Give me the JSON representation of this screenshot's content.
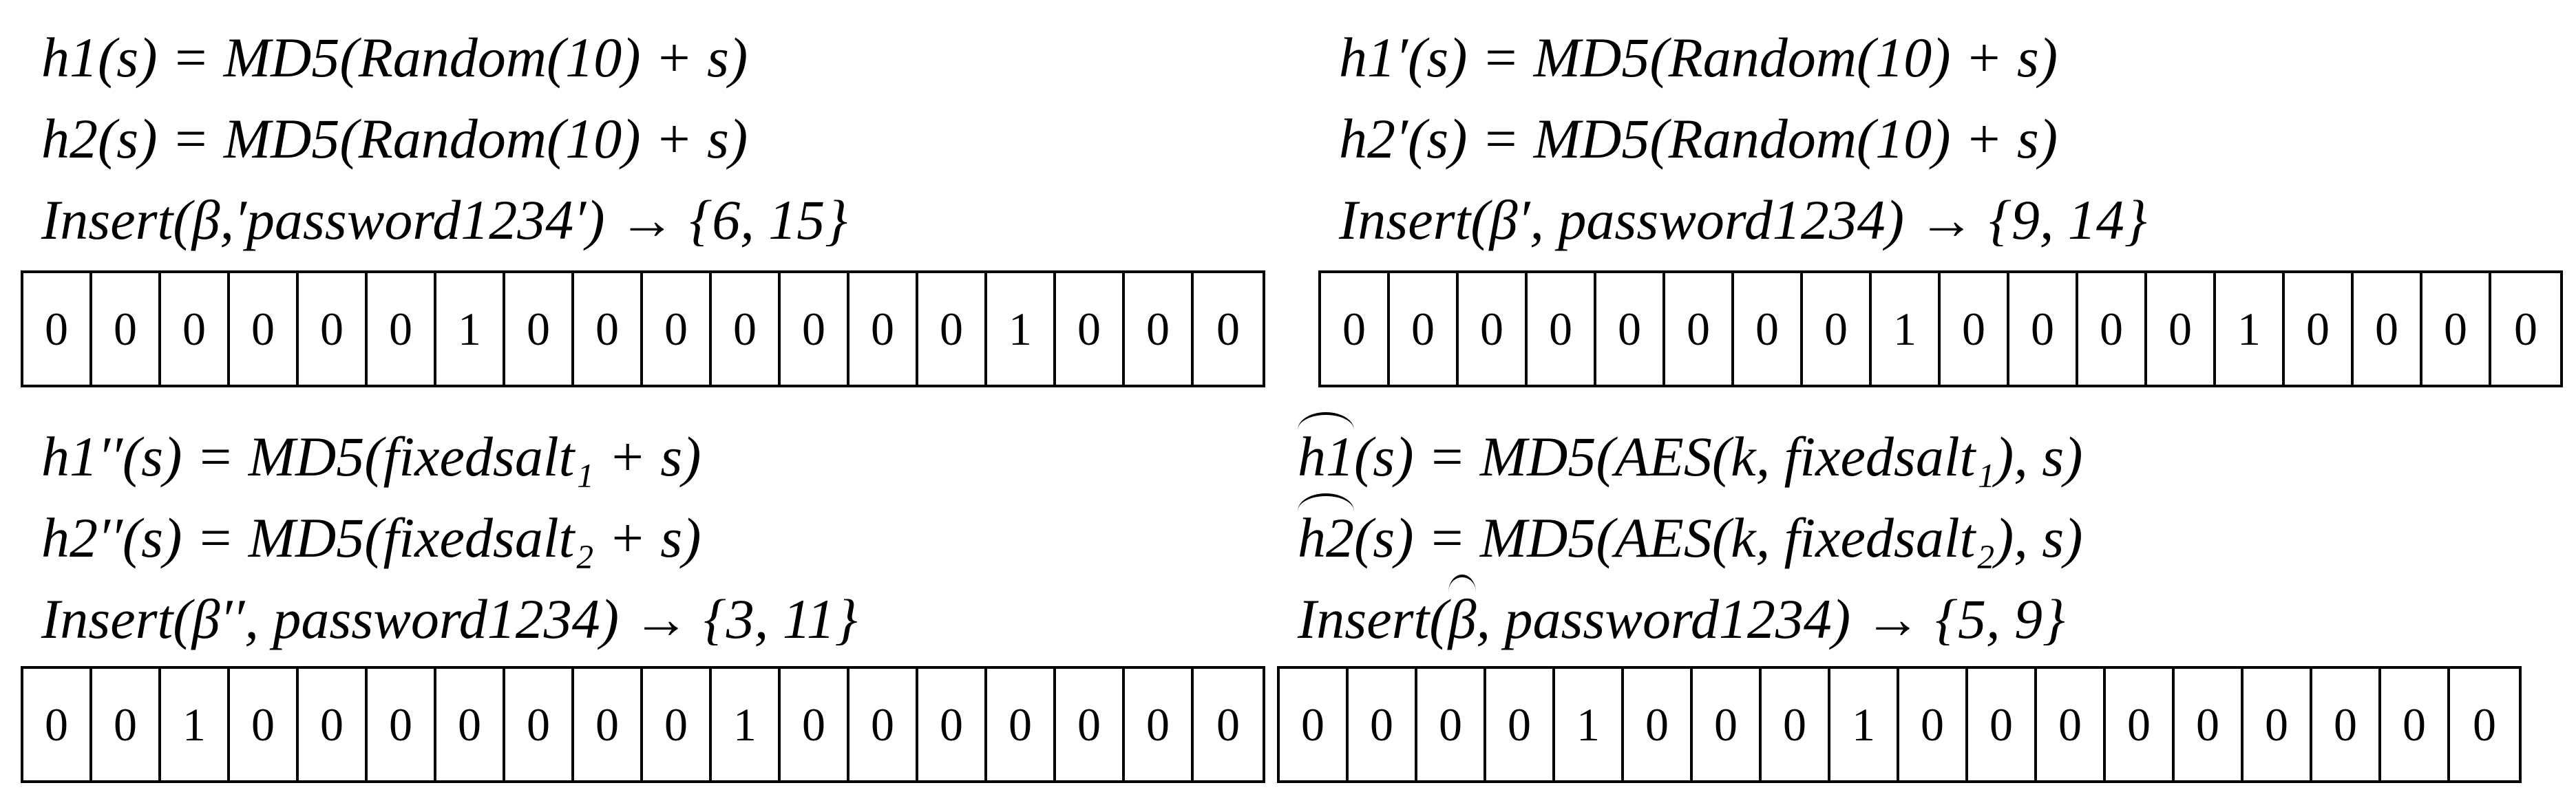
{
  "panels": {
    "top_left": {
      "eq1": "h1(s) = MD5(Random(10) + s)",
      "eq2": "h2(s) = MD5(Random(10) + s)",
      "eq3": "Insert(β,′password1234′) → {6, 15}",
      "bits": [
        "0",
        "0",
        "0",
        "0",
        "0",
        "0",
        "1",
        "0",
        "0",
        "0",
        "0",
        "0",
        "0",
        "0",
        "1",
        "0",
        "0",
        "0"
      ]
    },
    "top_right": {
      "eq1": "h1′(s) = MD5(Random(10) + s)",
      "eq2": "h2′(s) = MD5(Random(10) + s)",
      "eq3": "Insert(β′, password1234) → {9, 14}",
      "bits": [
        "0",
        "0",
        "0",
        "0",
        "0",
        "0",
        "0",
        "0",
        "1",
        "0",
        "0",
        "0",
        "0",
        "1",
        "0",
        "0",
        "0",
        "0"
      ]
    },
    "bottom_left": {
      "eq1": "h1′′(s) = MD5(fixedsalt₁ + s)",
      "eq2": "h2′′(s) = MD5(fixedsalt₂ + s)",
      "eq3": "Insert(β′′, password1234) → {3, 11}",
      "bits": [
        "0",
        "0",
        "1",
        "0",
        "0",
        "0",
        "0",
        "0",
        "0",
        "0",
        "1",
        "0",
        "0",
        "0",
        "0",
        "0",
        "0",
        "0"
      ]
    },
    "bottom_right": {
      "eq1_hat": "h1",
      "eq1_rest": "(s) = MD5(AES(k, fixedsalt₁), s)",
      "eq2_hat": "h2",
      "eq2_rest": "(s) = MD5(AES(k, fixedsalt₂), s)",
      "eq3_prefix": "Insert(",
      "eq3_hat": "β",
      "eq3_rest": ", password1234) → {5, 9}",
      "bits": [
        "0",
        "0",
        "0",
        "0",
        "1",
        "0",
        "0",
        "0",
        "1",
        "0",
        "0",
        "0",
        "0",
        "0",
        "0",
        "0",
        "0",
        "0"
      ]
    }
  }
}
